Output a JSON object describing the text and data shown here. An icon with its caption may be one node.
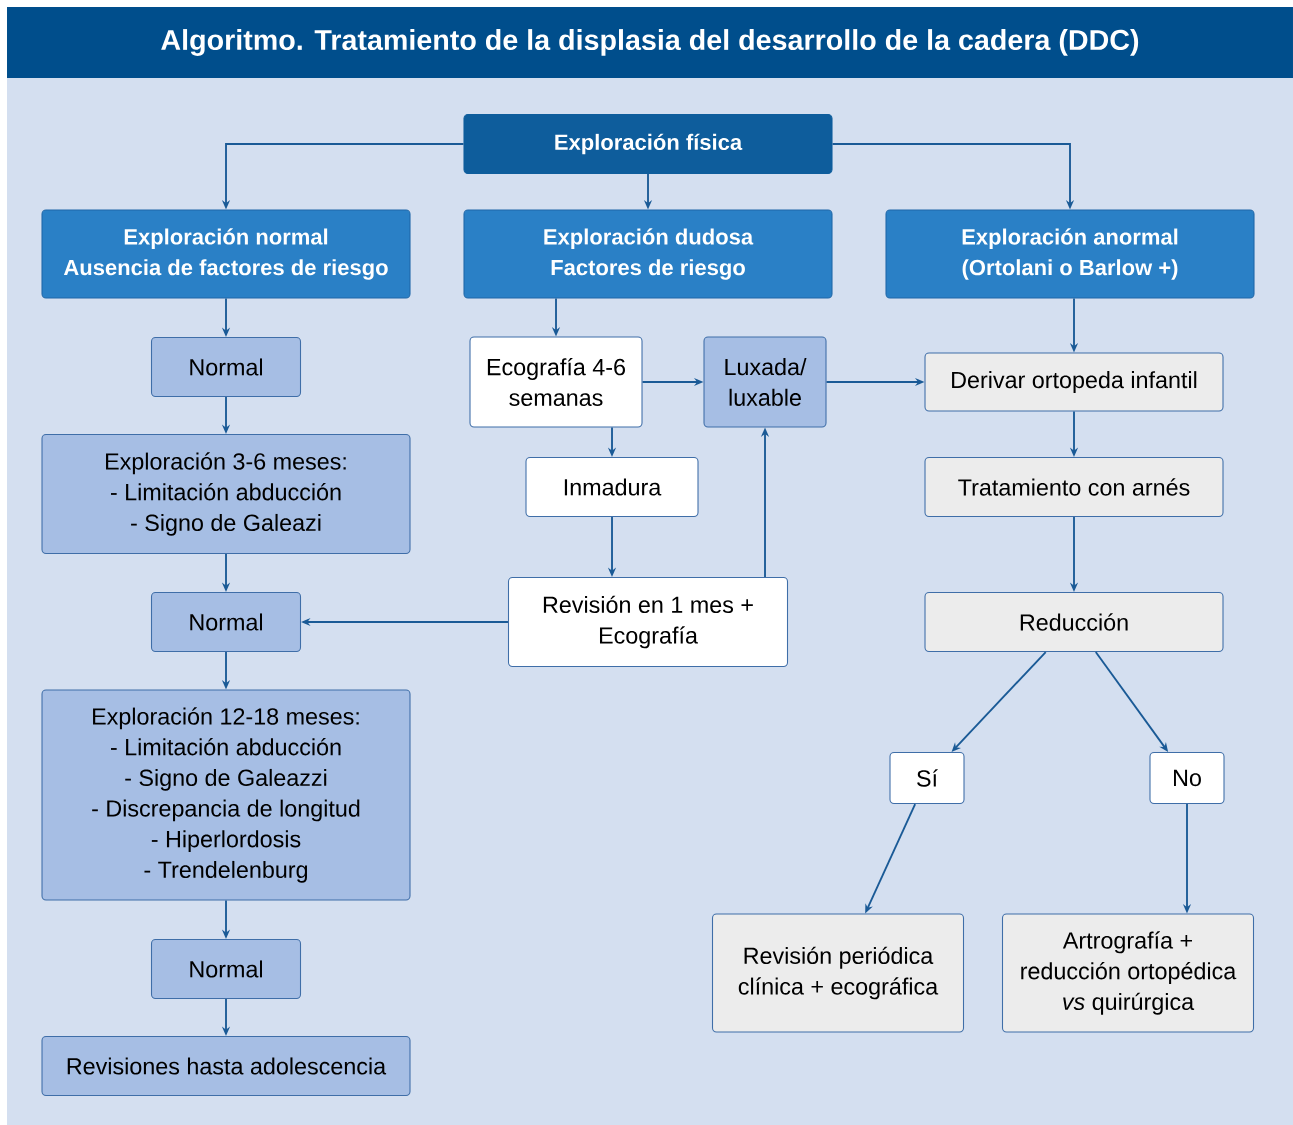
{
  "diagram": {
    "title": "Algoritmo.  Tratamiento de la displasia del desarrollo de la cadera (DDC)",
    "nodes": [
      {
        "text": [
          "Exploración física"
        ]
      },
      {
        "text": [
          "Exploración normal",
          "Ausencia de factores de riesgo"
        ]
      },
      {
        "text": [
          "Exploración dudosa",
          "Factores de riesgo"
        ]
      },
      {
        "text": [
          "Exploración anormal",
          "(Ortolani o Barlow +)"
        ]
      },
      {
        "text": [
          "Normal"
        ]
      },
      {
        "text": [
          "Ecografía 4-6 semanas"
        ]
      },
      {
        "text": [
          "Luxada/ luxable"
        ]
      },
      {
        "text": [
          "Derivar ortopeda infantil"
        ]
      },
      {
        "text": [
          "Exploración 3-6 meses:",
          "- Limitación abducción",
          "- Signo de Galeazi"
        ]
      },
      {
        "text": [
          "Inmadura"
        ]
      },
      {
        "text": [
          "Tratamiento con arnés"
        ]
      },
      {
        "text": [
          "Normal"
        ]
      },
      {
        "text": [
          "Revisión en 1 mes + Ecografía"
        ]
      },
      {
        "text": [
          "Reducción"
        ]
      },
      {
        "text": [
          "Exploración 12-18 meses:",
          "- Limitación abducción",
          "- Signo de Galeazzi",
          "- Discrepancia de longitud",
          "- Hiperlordosis",
          "- Trendelenburg"
        ]
      },
      {
        "text": [
          "Sí"
        ]
      },
      {
        "text": [
          "No"
        ]
      },
      {
        "text": [
          "Normal"
        ]
      },
      {
        "text": [
          "Revisión periódica clínica + ecográfica"
        ]
      },
      {
        "text": [
          "Artrografía + reducción ortopédica *vs* quirúrgica"
        ]
      },
      {
        "text": [
          "Revisiones hasta adolescencia"
        ]
      }
    ],
    "edges": [
      {
        "from": 0,
        "to": 1,
        "arrow": "to"
      },
      {
        "from": 0,
        "to": 2,
        "arrow": "to"
      },
      {
        "from": 0,
        "to": 3,
        "arrow": "to"
      },
      {
        "from": 1,
        "to": 4,
        "arrow": "to"
      },
      {
        "from": 4,
        "to": 8,
        "arrow": "to"
      },
      {
        "from": 8,
        "to": 11,
        "arrow": "to"
      },
      {
        "from": 11,
        "to": 14,
        "arrow": "to"
      },
      {
        "from": 14,
        "to": 17,
        "arrow": "to"
      },
      {
        "from": 17,
        "to": 20,
        "arrow": "to"
      },
      {
        "from": 2,
        "to": 5,
        "arrow": "to"
      },
      {
        "from": 5,
        "to": 6,
        "arrow": "to"
      },
      {
        "from": 5,
        "to": 9,
        "arrow": "to"
      },
      {
        "from": 9,
        "to": 12,
        "arrow": "to"
      },
      {
        "from": 12,
        "to": 6,
        "arrow": "to"
      },
      {
        "from": 12,
        "to": 11,
        "arrow": "to"
      },
      {
        "from": 6,
        "to": 7,
        "arrow": "to"
      },
      {
        "from": 3,
        "to": 7,
        "arrow": "to"
      },
      {
        "from": 7,
        "to": 10,
        "arrow": "to"
      },
      {
        "from": 10,
        "to": 13,
        "arrow": "to"
      },
      {
        "from": 13,
        "to": 15,
        "arrow": "to"
      },
      {
        "from": 13,
        "to": 16,
        "arrow": "to"
      },
      {
        "from": 15,
        "to": 18,
        "arrow": "to"
      },
      {
        "from": 16,
        "to": 19,
        "arrow": "to"
      }
    ]
  }
}
